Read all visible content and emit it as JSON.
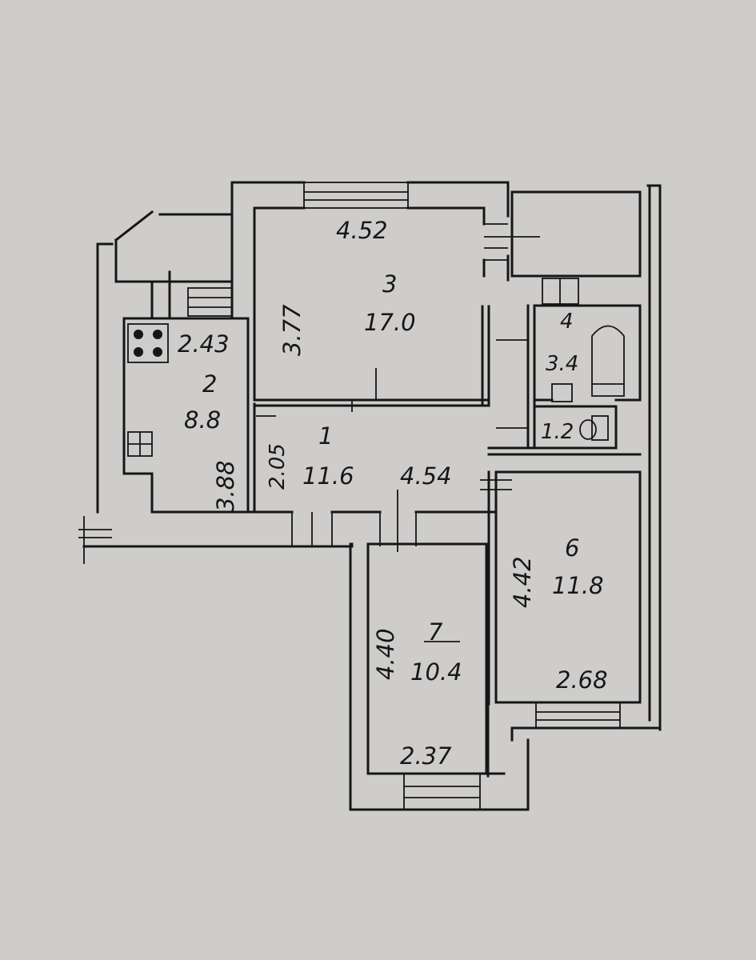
{
  "plan": {
    "rooms": [
      {
        "id": "1",
        "number": "1",
        "area": "11.6"
      },
      {
        "id": "2",
        "number": "2",
        "area": "8.8"
      },
      {
        "id": "3",
        "number": "3",
        "area": "17.0"
      },
      {
        "id": "4",
        "number": "4",
        "area": "3.4"
      },
      {
        "id": "5",
        "number": "",
        "area": "1.2"
      },
      {
        "id": "6",
        "number": "6",
        "area": "11.8"
      },
      {
        "id": "7",
        "number": "7",
        "area": "10.4"
      }
    ],
    "dimensions": {
      "room3_width": "4.52",
      "room3_depth": "3.77",
      "room2_width": "2.43",
      "room2_depth": "3.88",
      "room1_depth": "2.05",
      "room1_width": "4.54",
      "room6_depth": "4.42",
      "room6_width": "2.68",
      "room7_depth": "4.40",
      "room7_width": "2.37"
    },
    "colors": {
      "paper": "#cfcdcb",
      "ink": "#161616"
    }
  }
}
